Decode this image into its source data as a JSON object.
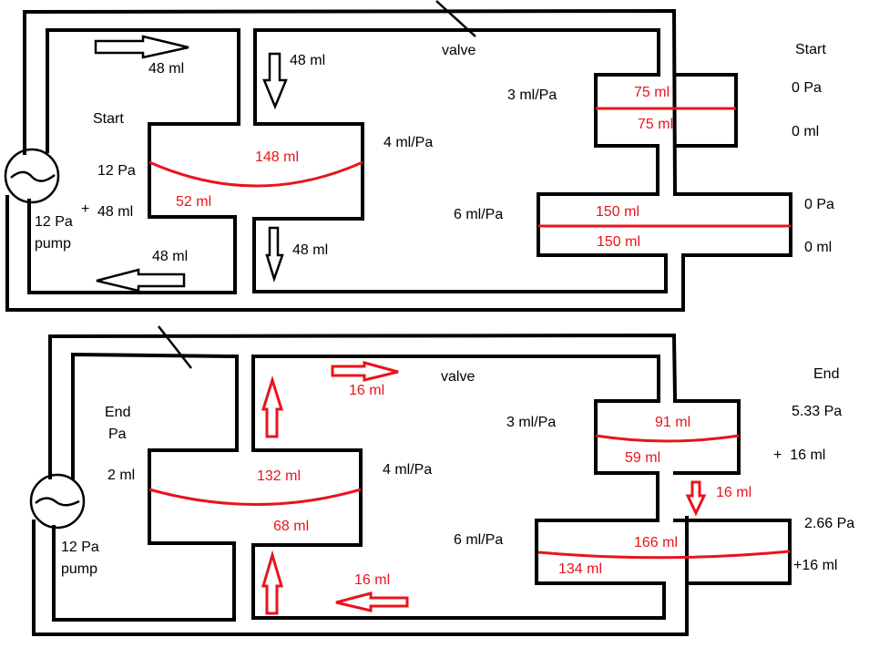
{
  "colors": {
    "wall": "#000000",
    "fluid_level": "#e8141b",
    "background": "#ffffff"
  },
  "top": {
    "state_label": "Start",
    "pump": {
      "label_pressure": "12 Pa",
      "label_name": "pump",
      "icon": "pump-icon"
    },
    "left_notes": {
      "state": "Start",
      "pressure": "12 Pa",
      "plus": "+",
      "volume": "48 ml"
    },
    "flow_top": "48 ml",
    "flow_bottom": "48 ml",
    "flow_down_upper": "48 ml",
    "flow_down_lower": "48 ml",
    "valve_label": "valve",
    "chamber_a": {
      "compliance": "4 ml/Pa",
      "upper": "148 ml",
      "lower": "52 ml"
    },
    "chamber_b": {
      "compliance": "3 ml/Pa",
      "upper": "75 ml",
      "lower": "75 ml",
      "pressure": "0 Pa",
      "volume": "0 ml"
    },
    "chamber_c": {
      "compliance": "6 ml/Pa",
      "upper": "150 ml",
      "lower": "150 ml",
      "pressure": "0 Pa",
      "volume": "0 ml"
    }
  },
  "bottom": {
    "state_label": "End",
    "pump": {
      "label_pressure": "12 Pa",
      "label_name": "pump",
      "icon": "pump-icon"
    },
    "left_notes": {
      "state": "End",
      "pressure": "Pa",
      "volume": "2 ml"
    },
    "flow_top": "16 ml",
    "flow_bottom": "16 ml",
    "valve_label": "valve",
    "chamber_a": {
      "compliance": "4 ml/Pa",
      "upper": "132 ml",
      "lower": "68 ml"
    },
    "chamber_b": {
      "compliance": "3 ml/Pa",
      "upper": "91 ml",
      "lower": "59 ml",
      "pressure": "5.33 Pa",
      "volume": "+  16 ml"
    },
    "link_flow": "16 ml",
    "chamber_c": {
      "compliance": "6 ml/Pa",
      "upper": "166 ml",
      "lower": "134 ml",
      "pressure": "2.66 Pa",
      "volume": "+16 ml"
    }
  }
}
